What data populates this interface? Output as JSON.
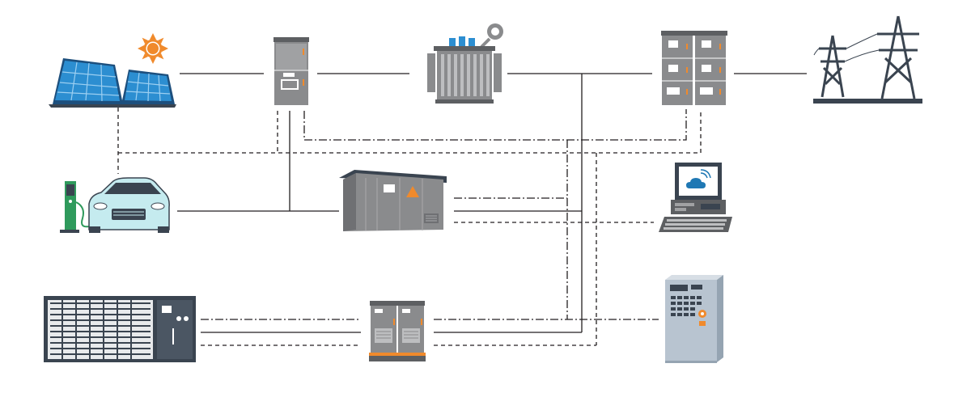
{
  "colors": {
    "background": "#ffffff",
    "line": "#231f20",
    "device_gray": "#8a8b8d",
    "device_dark": "#5d5f62",
    "panel_navy": "#3a4450",
    "solar_blue": "#2c8ed1",
    "solar_light": "#9ccff1",
    "sun_orange": "#f08a2c",
    "accent_orange": "#f08a2c",
    "car_cyan": "#c5ebef",
    "charger_green": "#2f9a5c",
    "pylon_navy": "#3a4450",
    "cabinet_blue": "#b8c4d0",
    "cloud_blue": "#1f78b4"
  },
  "nodes": [
    {
      "id": "solar",
      "icon": "solar-panel-icon"
    },
    {
      "id": "sun",
      "icon": "sun-icon"
    },
    {
      "id": "switch_cabinet",
      "icon": "switchgear-cabinet-icon"
    },
    {
      "id": "transformer",
      "icon": "power-transformer-icon"
    },
    {
      "id": "distribution_cabinet",
      "icon": "distribution-panel-icon"
    },
    {
      "id": "grid",
      "icon": "transmission-tower-icon"
    },
    {
      "id": "ev_charger",
      "icon": "ev-charging-station-icon"
    },
    {
      "id": "electric_car",
      "icon": "electric-car-icon"
    },
    {
      "id": "substation",
      "icon": "prefab-substation-icon"
    },
    {
      "id": "monitoring",
      "icon": "monitoring-computer-icon"
    },
    {
      "id": "battery_storage",
      "icon": "battery-storage-rack-icon"
    },
    {
      "id": "pcs",
      "icon": "power-conversion-cabinet-icon"
    },
    {
      "id": "control_cabinet",
      "icon": "control-cabinet-icon"
    }
  ],
  "connections": [
    {
      "from": "solar",
      "to": "switch_cabinet",
      "style": "power"
    },
    {
      "from": "switch_cabinet",
      "to": "transformer",
      "style": "power"
    },
    {
      "from": "transformer",
      "to": "distribution_cabinet",
      "style": "power"
    },
    {
      "from": "distribution_cabinet",
      "to": "grid",
      "style": "power"
    },
    {
      "from": "switch_cabinet",
      "to": "substation",
      "style": "power"
    },
    {
      "from": "electric_car",
      "to": "substation",
      "style": "power"
    },
    {
      "from": "substation",
      "to": "transformer",
      "style": "power"
    },
    {
      "from": "pcs",
      "to": "transformer",
      "style": "power"
    },
    {
      "from": "battery_storage",
      "to": "pcs",
      "style": "power"
    },
    {
      "from": "solar",
      "to": "ev_charger",
      "style": "communication"
    },
    {
      "from": "switch_cabinet",
      "to": "distribution_cabinet",
      "style": "communication"
    },
    {
      "from": "substation",
      "to": "monitoring",
      "style": "communication"
    },
    {
      "from": "battery_storage",
      "to": "pcs",
      "style": "communication"
    },
    {
      "from": "pcs",
      "to": "monitoring",
      "style": "communication"
    },
    {
      "from": "switch_cabinet",
      "to": "control_cabinet",
      "style": "control"
    },
    {
      "from": "substation",
      "to": "control_cabinet",
      "style": "control"
    },
    {
      "from": "battery_storage",
      "to": "control_cabinet",
      "style": "control"
    }
  ]
}
